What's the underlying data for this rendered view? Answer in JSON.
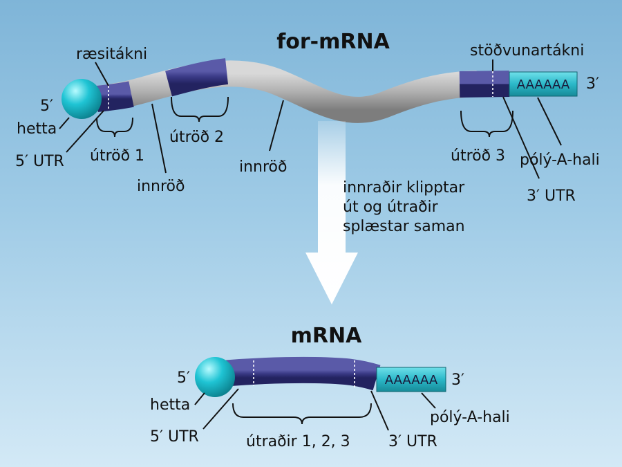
{
  "pre_mrna": {
    "title": "for-mRNA",
    "cap_5prime": "5′",
    "cap": "hetta",
    "utr5": "5′ UTR",
    "start_codon": "ræsitákni",
    "exon1": "útröð 1",
    "exon2": "útröð 2",
    "intron_a": "innröð",
    "intron_b": "innröð",
    "stop_codon": "stöðvunartákni",
    "exon3": "útröð 3",
    "poly_a_tail": "pólý-A-hali",
    "utr3": "3′ UTR",
    "end_3prime": "3′",
    "poly_a_seq": "AAAAAA"
  },
  "process": {
    "line1": "innraðir klipptar",
    "line2": "út og útraðir",
    "line3": "splæstar saman"
  },
  "mrna": {
    "title": "mRNA",
    "cap_5prime": "5′",
    "cap": "hetta",
    "utr5": "5′ UTR",
    "exons": "útraðir 1, 2, 3",
    "utr3": "3′ UTR",
    "end_3prime": "3′",
    "poly_a_tail": "pólý-A-hali",
    "poly_a_seq": "AAAAAA"
  },
  "colors": {
    "exon": "#3a3a86",
    "intron": "#a9a9a9",
    "cap": "#1fc4d4",
    "poly_a": "#2bb8c8",
    "arrow": "#ffffff"
  }
}
